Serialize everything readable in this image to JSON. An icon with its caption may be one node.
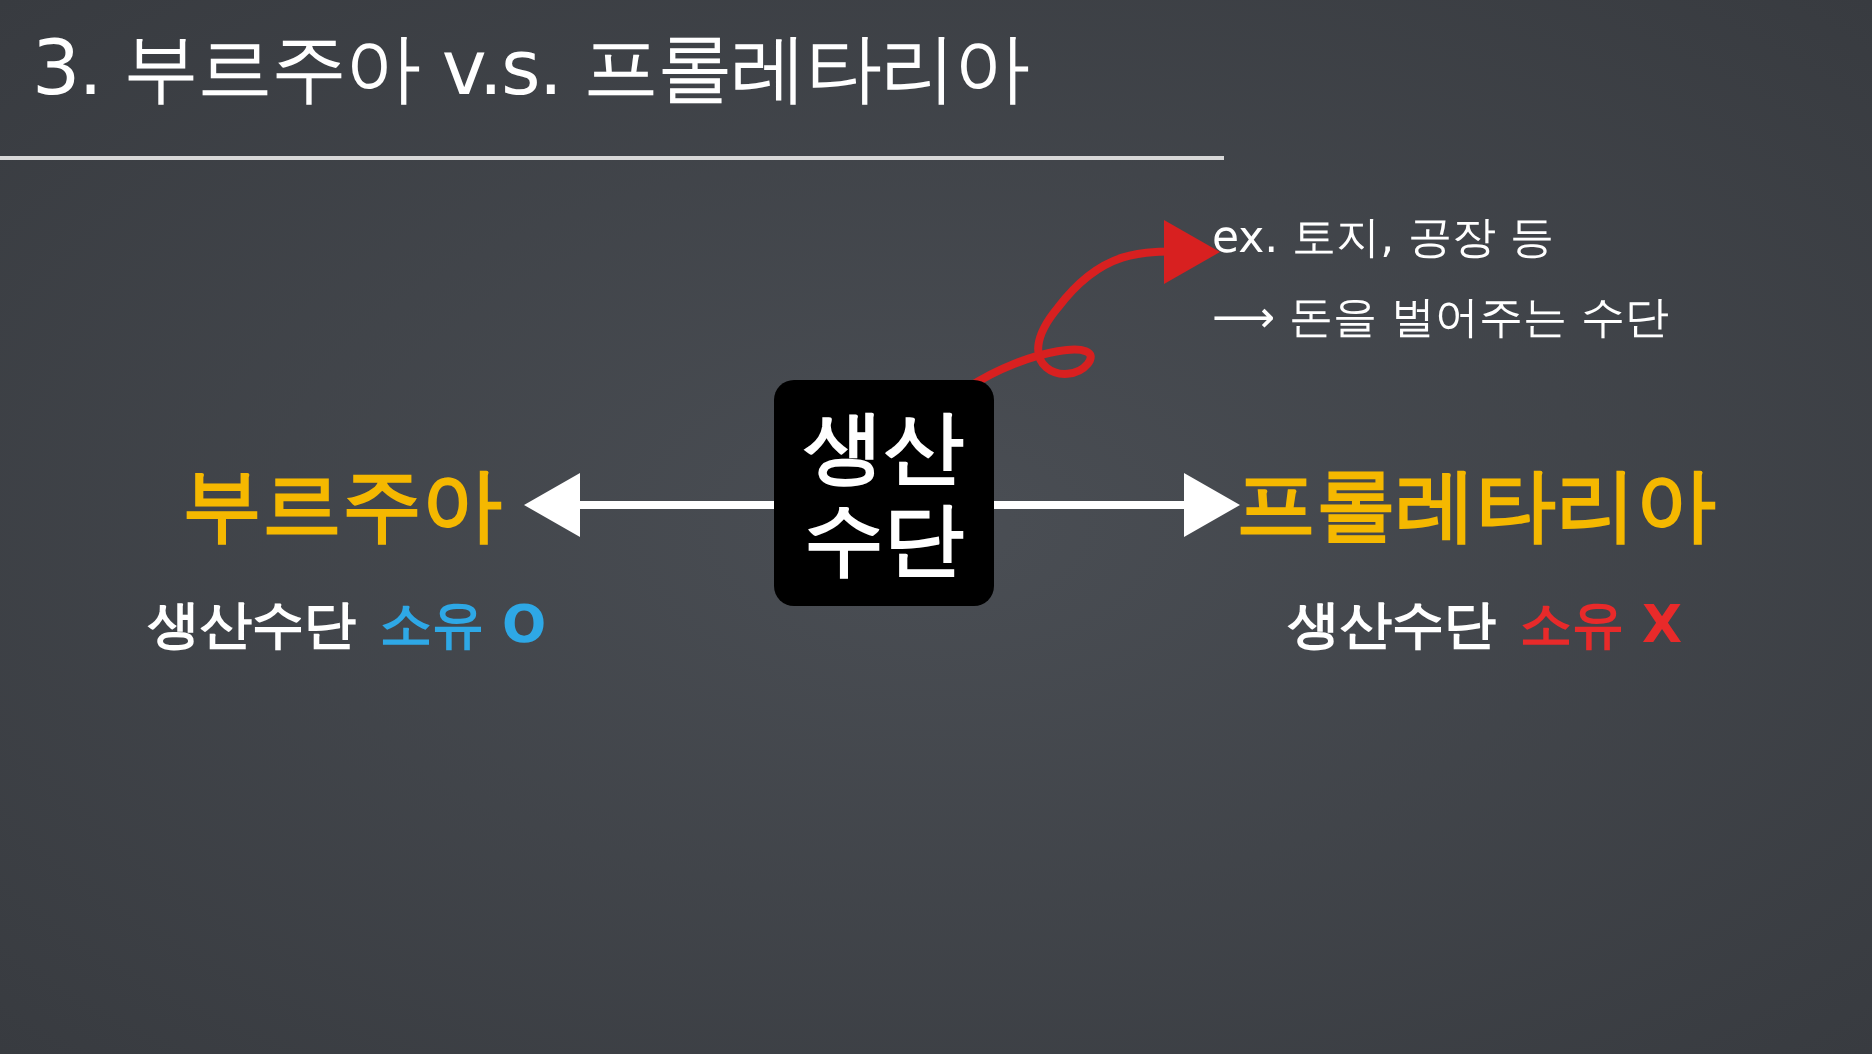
{
  "diagram": {
    "title": "3. 부르주아 v.s. 프롤레타리아",
    "nodes": [
      {
        "text": [
          "ex. 토지, 공장 등",
          "⟶ 돈을 벌어주는 수단"
        ]
      },
      {
        "text": [
          "부르주아"
        ],
        "beside": [
          "생산수단",
          "소유 O"
        ]
      },
      {
        "text": [
          "생산수단"
        ]
      },
      {
        "text": [
          "프롤레타리아"
        ],
        "beside": [
          "생산수단",
          "소유 X"
        ]
      }
    ],
    "edges": [
      {
        "from": 2,
        "to": 1,
        "arrow": "to"
      },
      {
        "from": 2,
        "to": 3,
        "arrow": "to"
      },
      {
        "from": 2,
        "to": 0,
        "arrow": "to",
        "color": "#d82020"
      }
    ]
  }
}
